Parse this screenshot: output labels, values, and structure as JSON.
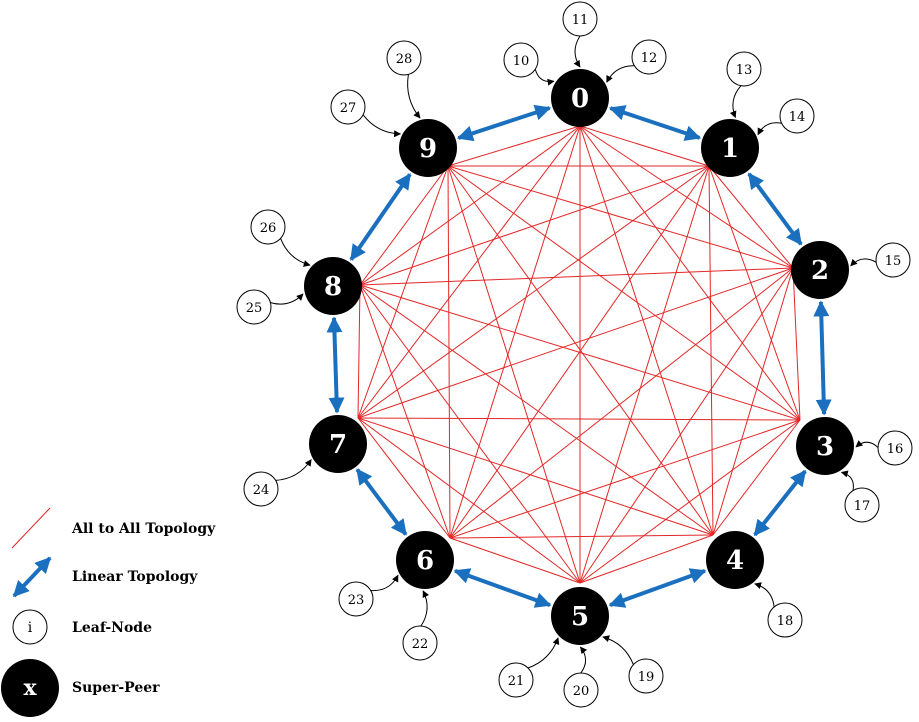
{
  "colors": {
    "mesh": "#e32727",
    "linear": "#1a6fbf",
    "super_peer_fill": "#000000",
    "leaf_fill": "#ffffff",
    "leaf_stroke": "#000000",
    "pointer": "#000000"
  },
  "super_peers": [
    "0",
    "1",
    "2",
    "3",
    "4",
    "5",
    "6",
    "7",
    "8",
    "9"
  ],
  "leaf_nodes": [
    {
      "label": "10",
      "peer": "0"
    },
    {
      "label": "11",
      "peer": "0"
    },
    {
      "label": "12",
      "peer": "0"
    },
    {
      "label": "13",
      "peer": "1"
    },
    {
      "label": "14",
      "peer": "1"
    },
    {
      "label": "15",
      "peer": "2"
    },
    {
      "label": "16",
      "peer": "3"
    },
    {
      "label": "17",
      "peer": "3"
    },
    {
      "label": "18",
      "peer": "4"
    },
    {
      "label": "19",
      "peer": "5"
    },
    {
      "label": "20",
      "peer": "5"
    },
    {
      "label": "21",
      "peer": "5"
    },
    {
      "label": "22",
      "peer": "6"
    },
    {
      "label": "23",
      "peer": "6"
    },
    {
      "label": "24",
      "peer": "7"
    },
    {
      "label": "25",
      "peer": "8"
    },
    {
      "label": "26",
      "peer": "8"
    },
    {
      "label": "27",
      "peer": "9"
    },
    {
      "label": "28",
      "peer": "9"
    }
  ],
  "legend": {
    "all_to_all": "All to All Topology",
    "linear": "Linear Topology",
    "leaf_symbol": "i",
    "leaf": "Leaf-Node",
    "super_symbol": "x",
    "super_peer": "Super-Peer"
  }
}
